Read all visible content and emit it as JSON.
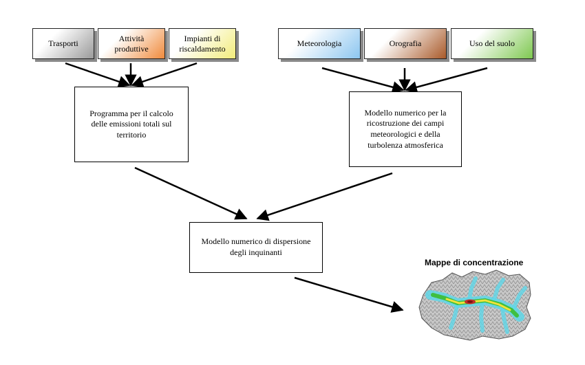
{
  "sources_left": [
    {
      "label": "Trasporti",
      "color": "#9a9a9a"
    },
    {
      "label": "Attività produttive",
      "color": "#f08a3c"
    },
    {
      "label": "Impianti di riscaldamento",
      "color": "#f2ec7a"
    }
  ],
  "sources_right": [
    {
      "label": "Meteorologia",
      "color": "#8cc6f0"
    },
    {
      "label": "Orografia",
      "color": "#a95a2a"
    },
    {
      "label": "Uso del suolo",
      "color": "#7ec850"
    }
  ],
  "process": {
    "emissions": "Programma per il calcolo delle emissioni totali sul territorio",
    "meteo": "Modello numerico per la ricostruzione dei campi meteorologici e della turbolenza atmosferica",
    "dispersion": "Modello numerico di dispersione degli inquinanti"
  },
  "output": {
    "title": "Mappe di concentrazione"
  }
}
